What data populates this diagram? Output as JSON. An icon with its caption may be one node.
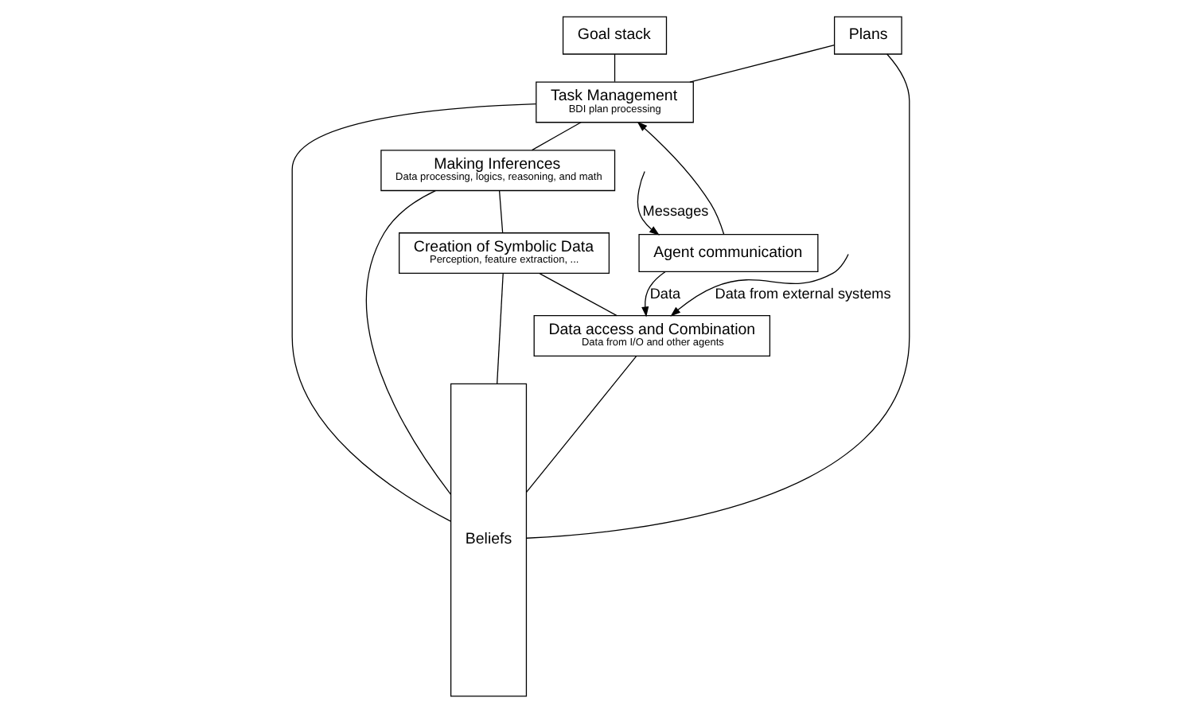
{
  "diagram": {
    "nodes": [
      {
        "text": [
          "Goal stack"
        ]
      },
      {
        "text": [
          "Plans"
        ]
      },
      {
        "text": [
          "Task Management",
          "BDI plan processing"
        ]
      },
      {
        "text": [
          "Making Inferences",
          "Data processing, logics, reasoning, and math"
        ]
      },
      {
        "text": [
          "Creation of Symbolic Data",
          "Perception, feature extraction, ..."
        ]
      },
      {
        "text": [
          "Data access and Combination",
          "Data from I/O and other agents"
        ]
      },
      {
        "text": [
          "Beliefs"
        ]
      },
      {
        "text": [
          "Agent communication"
        ]
      }
    ],
    "edges": [
      {
        "from": 0,
        "to": 2,
        "arrow": "none"
      },
      {
        "from": 1,
        "to": 2,
        "arrow": "none"
      },
      {
        "from": 1,
        "to": 6,
        "arrow": "none"
      },
      {
        "from": 2,
        "to": 3,
        "arrow": "none"
      },
      {
        "from": 3,
        "to": 4,
        "arrow": "none"
      },
      {
        "from": 4,
        "to": 5,
        "arrow": "none"
      },
      {
        "from": 2,
        "to": 6,
        "arrow": "none"
      },
      {
        "from": 3,
        "to": 6,
        "arrow": "none"
      },
      {
        "from": 4,
        "to": 6,
        "arrow": "none"
      },
      {
        "from": 5,
        "to": 6,
        "arrow": "none"
      },
      {
        "from": null,
        "to": 7,
        "arrow": "to",
        "label": "Messages"
      },
      {
        "from": 7,
        "to": 2,
        "arrow": "to"
      },
      {
        "from": 7,
        "to": 5,
        "arrow": "to",
        "label": "Data"
      },
      {
        "from": null,
        "to": 5,
        "arrow": "to",
        "label": "Data from external systems"
      }
    ]
  }
}
